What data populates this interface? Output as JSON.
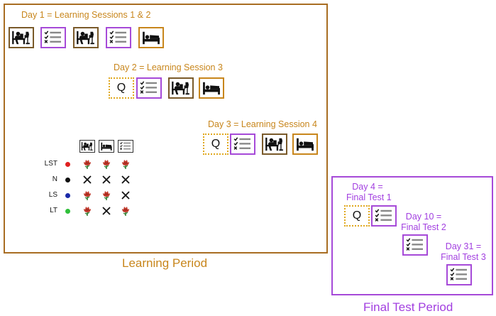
{
  "learning": {
    "day1_label": "Day 1 = Learning Sessions 1 & 2",
    "day2_label": "Day 2 = Learning Session 3",
    "day3_label": "Day 3 = Learning Session 4",
    "period_label": "Learning Period"
  },
  "final": {
    "day4_line1": "Day 4 =",
    "day4_line2": "Final Test 1",
    "day10_line1": "Day 10 =",
    "day10_line2": "Final Test 2",
    "day31_line1": "Day 31 =",
    "day31_line2": "Final Test 3",
    "period_label": "Final Test Period"
  },
  "q_label": "Q",
  "legend": {
    "rows": [
      {
        "label": "LST",
        "dot_color": "#e02020",
        "marks": [
          "rose",
          "rose",
          "rose"
        ]
      },
      {
        "label": "N",
        "dot_color": "#111111",
        "marks": [
          "x",
          "x",
          "x"
        ]
      },
      {
        "label": "LS",
        "dot_color": "#1a2aa8",
        "marks": [
          "rose",
          "rose",
          "x"
        ]
      },
      {
        "label": "LT",
        "dot_color": "#2fbf3a",
        "marks": [
          "rose",
          "x",
          "rose"
        ]
      }
    ],
    "column_icons": [
      "study-icon",
      "sleep-icon",
      "test-list-icon"
    ]
  },
  "colors": {
    "learning": "#c8861c",
    "final": "#a23fe0",
    "study_border": "#7a5a2a",
    "rose": "#c0392b"
  }
}
